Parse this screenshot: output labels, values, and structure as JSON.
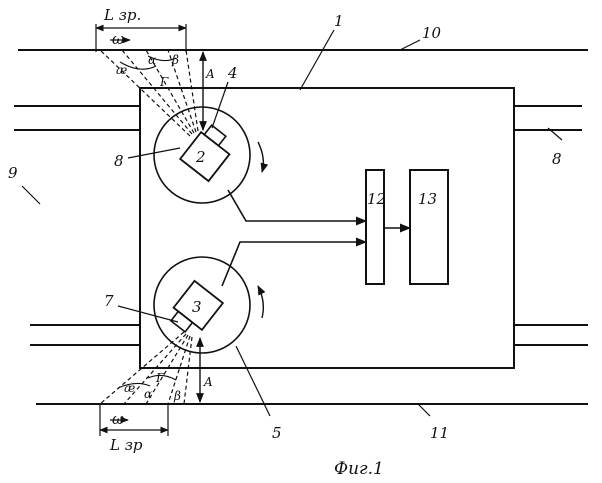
{
  "figure": {
    "caption": "Фиг.1",
    "callouts": {
      "housing": "1",
      "camera_top": "2",
      "camera_bottom": "3",
      "rotor_top": "4",
      "rotor_bottom": "5",
      "lens_bottom": "7",
      "lens_top": "8",
      "strip_right": "8",
      "material": "9",
      "rail_top": "10",
      "rail_bottom": "11",
      "block_12": "12",
      "block_13": "13"
    },
    "dimensions": {
      "top_length": "L зр.",
      "bottom_length": "L зр",
      "velocity": "ω",
      "distance": "A"
    },
    "angles": {
      "alpha": "α",
      "beta": "β",
      "gamma": "Γ",
      "kappa": "æ"
    }
  }
}
